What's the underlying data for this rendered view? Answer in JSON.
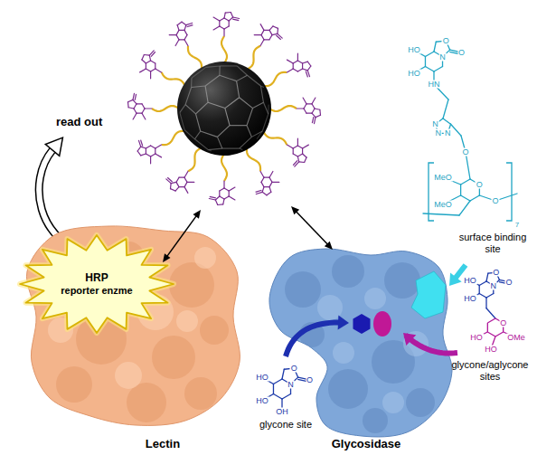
{
  "diagram": {
    "nodes": [
      {
        "text": [
          "HRP",
          "reporter enzme"
        ]
      },
      {
        "text": [
          "Lectin"
        ]
      },
      {
        "text": [
          "Glycosidase"
        ]
      }
    ],
    "labels": [
      "read out",
      "O",
      "O",
      "HO",
      "HO",
      "N",
      "HN",
      "N",
      "N",
      "N",
      "O",
      "MeO",
      "O",
      "MeO",
      "O",
      "7",
      "surface binding site",
      "O",
      "O",
      "HO",
      "N",
      "HO",
      "O",
      "OMe",
      "HO",
      "HO",
      "glycone/aglycone sites",
      "O",
      "O",
      "HO",
      "N",
      "HO",
      "OH",
      "glycone site"
    ]
  }
}
